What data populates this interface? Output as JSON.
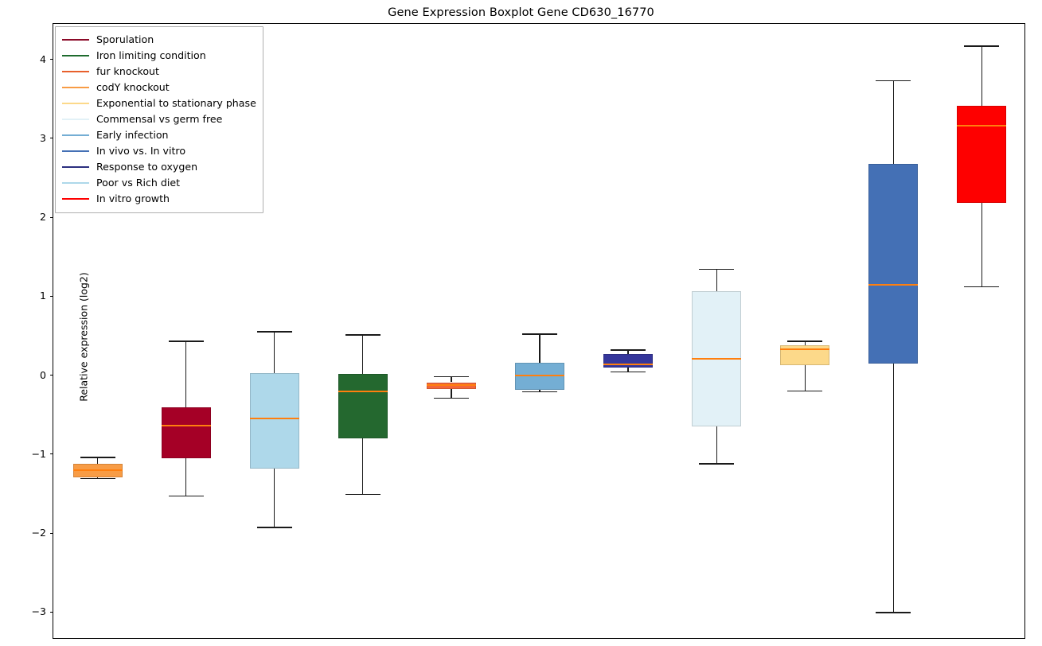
{
  "chart_data": {
    "type": "box",
    "title": "Gene Expression Boxplot Gene CD630_16770",
    "xlabel": "",
    "ylabel": "Relative expression (log2)",
    "ylim": [
      -3.35,
      4.45
    ],
    "yticks": [
      4,
      3,
      2,
      1,
      0,
      -1,
      -2,
      -3
    ],
    "ytick_labels": [
      "4",
      "3",
      "2",
      "1",
      "0",
      "−1",
      "−2",
      "−3"
    ],
    "grid": false,
    "legend_position": "upper left",
    "legend_entries": [
      "Sporulation",
      "Iron limiting condition",
      "fur knockout",
      "codY knockout",
      "Exponential to stationary phase",
      "Commensal vs germ free",
      "Early infection",
      "In vivo vs. In vitro",
      "Response to oxygen",
      "Poor vs Rich diet",
      "In vitro growth"
    ],
    "legend_colors": [
      "#8b0a28",
      "#1e6b2e",
      "#e8602c",
      "#f89c45",
      "#fcd98a",
      "#e2f1f7",
      "#74aed4",
      "#4470b5",
      "#2b2f7f",
      "#aed8ea",
      "#fe0000"
    ],
    "median_color": "#ff7f0e",
    "whisker_color": "#1a1a1a",
    "boxes": [
      {
        "name": "codY knockout",
        "color": "#f89c45",
        "whisker_low": -1.31,
        "q1": -1.29,
        "median": -1.2,
        "q3": -1.12,
        "whisker_high": -1.04
      },
      {
        "name": "Sporulation",
        "color": "#a50026",
        "whisker_low": -1.53,
        "q1": -1.05,
        "median": -0.64,
        "q3": -0.41,
        "whisker_high": 0.43
      },
      {
        "name": "Poor vs Rich diet",
        "color": "#aed8ea",
        "whisker_low": -1.93,
        "q1": -1.18,
        "median": -0.55,
        "q3": 0.03,
        "whisker_high": 0.55
      },
      {
        "name": "Iron limiting condition",
        "color": "#24682f",
        "whisker_low": -1.51,
        "q1": -0.8,
        "median": -0.21,
        "q3": 0.02,
        "whisker_high": 0.51
      },
      {
        "name": "fur knockout",
        "color": "#f4673a",
        "whisker_low": -0.29,
        "q1": -0.18,
        "median": -0.13,
        "q3": -0.09,
        "whisker_high": -0.02
      },
      {
        "name": "Early infection",
        "color": "#74aed4",
        "whisker_low": -0.21,
        "q1": -0.19,
        "median": 0.0,
        "q3": 0.16,
        "whisker_high": 0.52
      },
      {
        "name": "Response to oxygen",
        "color": "#35369b",
        "whisker_low": 0.04,
        "q1": 0.1,
        "median": 0.14,
        "q3": 0.27,
        "whisker_high": 0.32
      },
      {
        "name": "Commensal vs germ free",
        "color": "#e2f1f7",
        "whisker_low": -1.12,
        "q1": -0.65,
        "median": 0.21,
        "q3": 1.06,
        "whisker_high": 1.34
      },
      {
        "name": "Exponential to stationary phase",
        "color": "#fcd98a",
        "whisker_low": -0.2,
        "q1": 0.13,
        "median": 0.33,
        "q3": 0.38,
        "whisker_high": 0.43
      },
      {
        "name": "In vivo vs. In vitro",
        "color": "#4470b5",
        "whisker_low": -3.01,
        "q1": 0.15,
        "median": 1.14,
        "q3": 2.68,
        "whisker_high": 3.73
      },
      {
        "name": "In vitro growth",
        "color": "#fe0000",
        "whisker_low": 1.12,
        "q1": 2.18,
        "median": 3.16,
        "q3": 3.41,
        "whisker_high": 4.17
      }
    ]
  }
}
